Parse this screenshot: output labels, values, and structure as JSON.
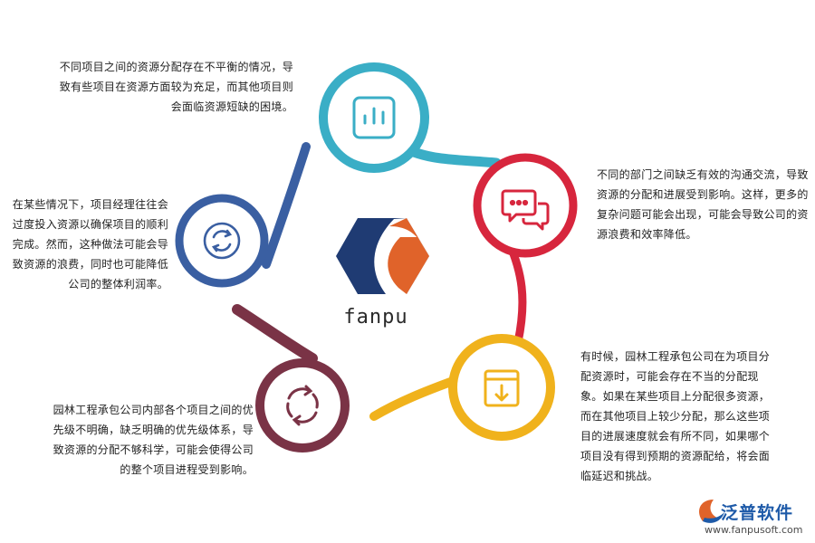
{
  "diagram": {
    "center_label": "fanpu",
    "notes": {
      "top_left": "不同项目之间的资源分配存在不平衡的情况，导致有些项目在资源方面较为充足，而其他项目则会面临资源短缺的困境。",
      "right_upper": "不同的部门之间缺乏有效的沟通交流，导致资源的分配和进展受到影响。这样，更多的复杂问题可能会出现，可能会导致公司的资源浪费和效率降低。",
      "left_middle": "在某些情况下，项目经理往往会过度投入资源以确保项目的顺利完成。然而，这种做法可能会导致资源的浪费，同时也可能降低公司的整体利润率。",
      "right_lower": "有时候，园林工程承包公司在为项目分配资源时，可能会存在不当的分配现象。如果在某些项目上分配很多资源，而在其他项目上较少分配，那么这些项目的进展速度就会有所不同，如果哪个项目没有得到预期的资源配给，将会面临延迟和挑战。",
      "left_lower": "园林工程承包公司内部各个项目之间的优先级不明确，缺乏明确的优先级体系，导致资源的分配不够科学，可能会使得公司的整个项目进程受到影响。"
    },
    "colors": {
      "teal": "#3aaec6",
      "red": "#d7263d",
      "yellow": "#f0b21c",
      "maroon": "#7a3346",
      "blue": "#3a5fa2"
    },
    "icons": [
      "bar-chart-icon",
      "chat-bubbles-icon",
      "download-box-icon",
      "cycle-arrows-icon",
      "refresh-icon"
    ]
  },
  "brand": {
    "name": "泛普软件",
    "url": "www.fanpusoft.com"
  }
}
